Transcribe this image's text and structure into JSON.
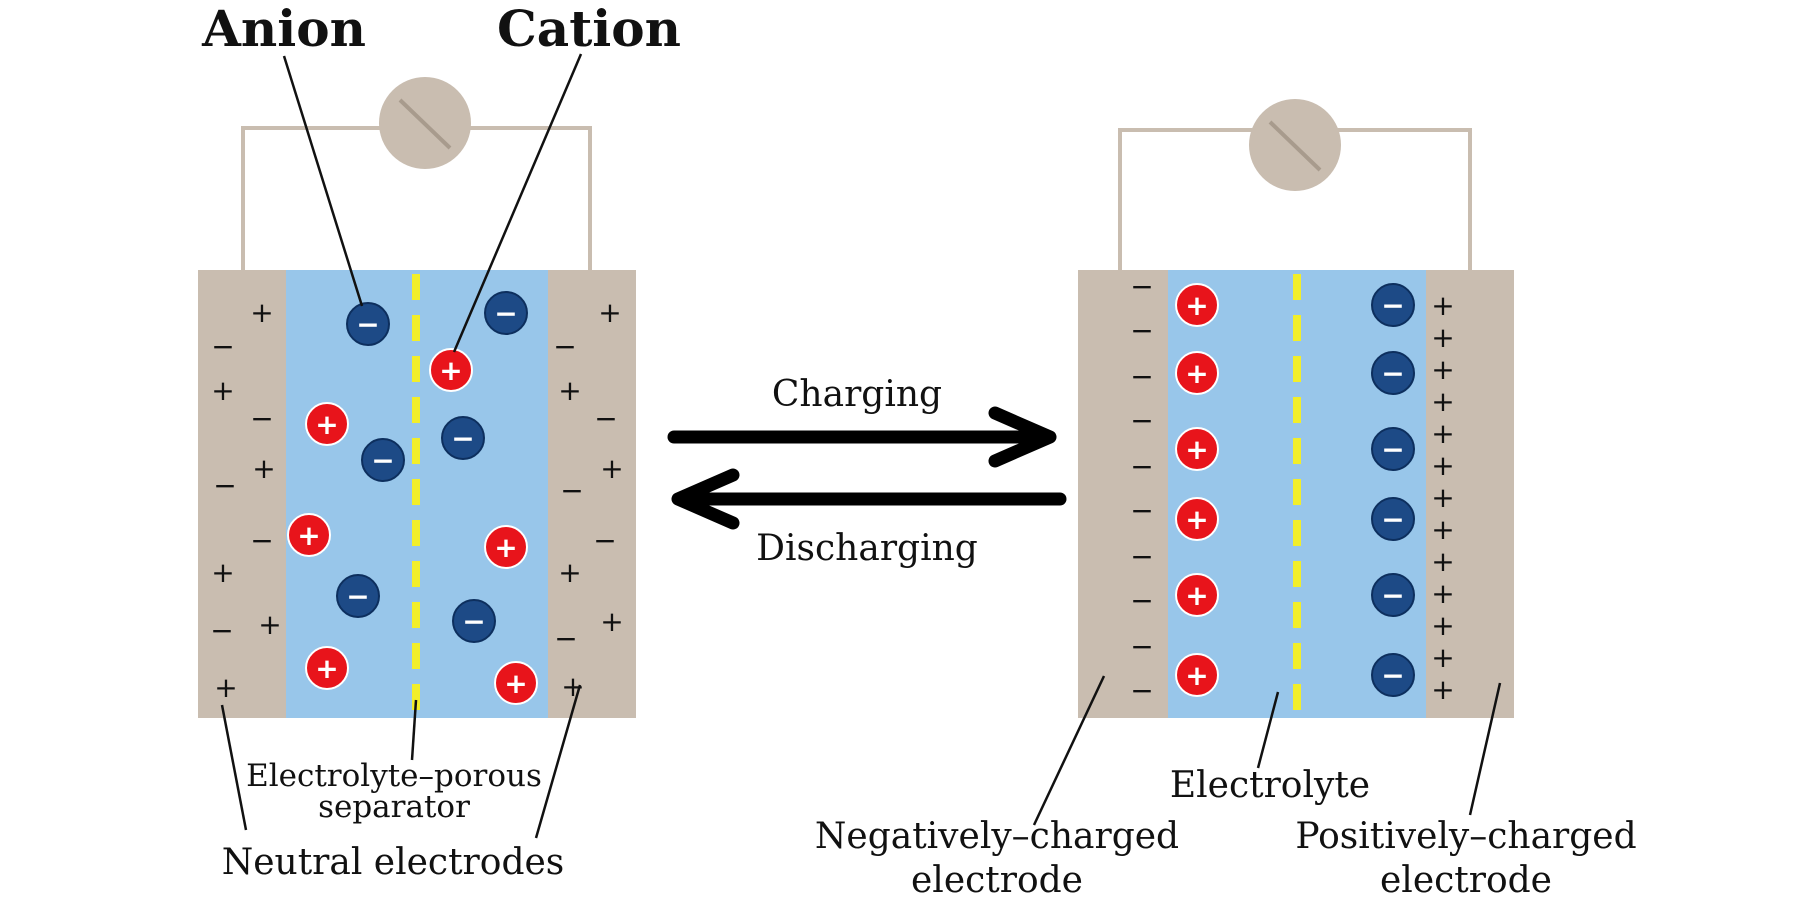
{
  "labels": {
    "anion": "Anion",
    "cation": "Cation",
    "charging": "Charging",
    "discharging": "Discharging",
    "separator_line1": "Electrolyte–porous",
    "separator_line2": "separator",
    "neutral_electrodes": "Neutral electrodes",
    "electrolyte": "Electrolyte",
    "neg_electrode_line1": "Negatively–charged",
    "neg_electrode_line2": "electrode",
    "pos_electrode_line1": "Positively–charged",
    "pos_electrode_line2": "electrode"
  },
  "glyphs": {
    "plus": "+",
    "minus": "−"
  },
  "colors": {
    "electrode": "#c9bdb0",
    "electrolyte": "#98c6ea",
    "separator": "#f2ee2a",
    "cation": "#e8141b",
    "anion": "#1d4a86",
    "wire": "#c9bdb0",
    "bulb": "#c9bdb0",
    "arrow": "#000000"
  },
  "icons": {
    "bulb": "lamp-icon",
    "forward_arrow": "arrow-right-icon",
    "backward_arrow": "arrow-left-icon"
  }
}
